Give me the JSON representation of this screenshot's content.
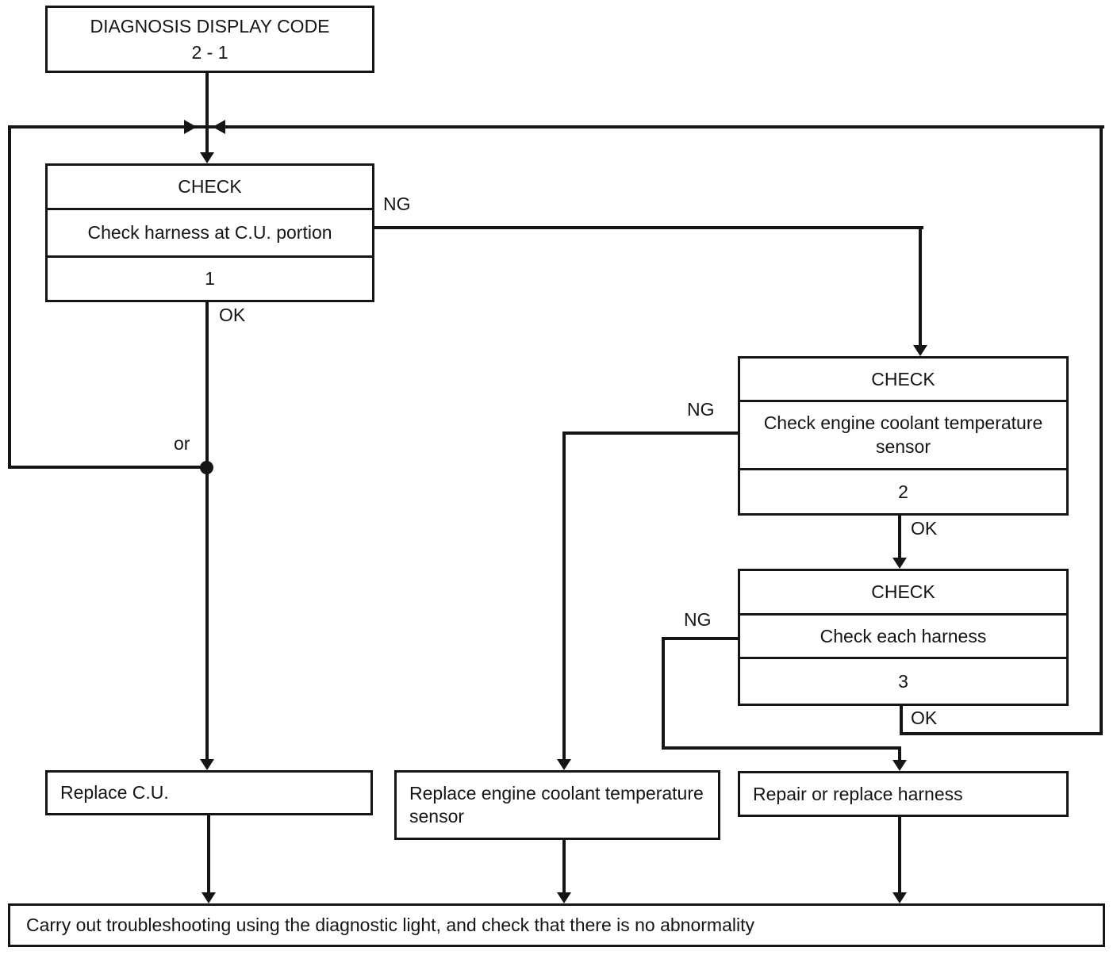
{
  "diagnosis_box": {
    "title": "DIAGNOSIS DISPLAY CODE",
    "code": "2 - 1"
  },
  "checks": {
    "check1": {
      "header": "CHECK",
      "description": "Check harness at C.U. portion",
      "step": "1"
    },
    "check2": {
      "header": "CHECK",
      "description": "Check engine coolant temperature sensor",
      "step": "2"
    },
    "check3": {
      "header": "CHECK",
      "description": "Check each harness",
      "step": "3"
    }
  },
  "actions": {
    "replace_cu": "Replace C.U.",
    "replace_sensor": "Replace engine coolant temperature sensor",
    "repair_harness": "Repair or replace harness"
  },
  "footer": {
    "instruction": "Carry out troubleshooting using the diagnostic light, and check that there is no abnormality"
  },
  "edge_labels": {
    "check1_ng": "NG",
    "check1_ok": "OK",
    "check2_ng": "NG",
    "check2_ok": "OK",
    "check3_ng": "NG",
    "check3_ok": "OK",
    "or_label": "or"
  },
  "colors": {
    "line": "#151515",
    "background": "#ffffff"
  }
}
